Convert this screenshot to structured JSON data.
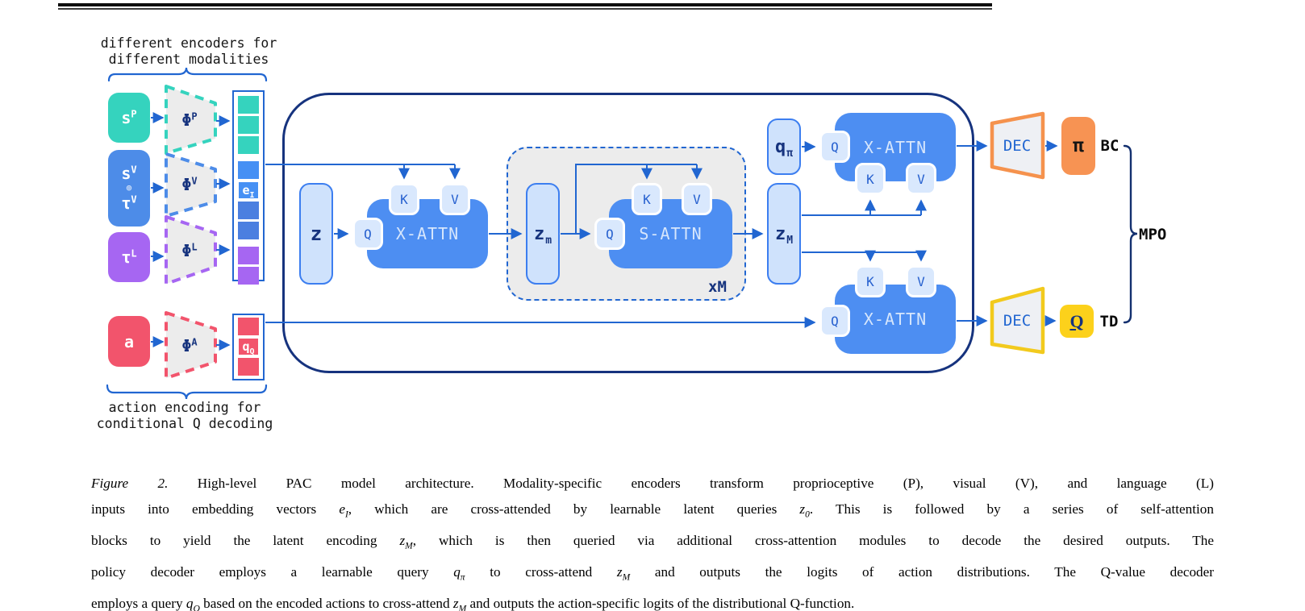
{
  "palette": {
    "teal": "#35d3be",
    "blue": "#4d8ce8",
    "purple": "#a666f2",
    "red": "#f2546c",
    "cellBlueBright": "#4690f4",
    "cellBlueDark": "#4b7fe0",
    "navy": "#16337e",
    "arrow": "#2166d1",
    "blockBlue": "#4d8ef2",
    "chipBlue": "#d9e8fd",
    "boxLightBlue": "#cfe2fc",
    "boxBorderBlue": "#3c7ef0",
    "grayFill": "#ececec",
    "decFill": "#eef0f4",
    "orange": "#f5924d",
    "orangeFill": "#f79353",
    "yellow": "#f2ca1d",
    "yellowFill": "#fcd11b",
    "blockLabel": "#d6e6fc"
  },
  "annotations": {
    "encoders_line1": "different encoders for",
    "encoders_line2": "different modalities",
    "action_line1": "action encoding for",
    "action_line2": "conditional Q decoding"
  },
  "inputs": {
    "sP": {
      "base": "s",
      "sup": "P"
    },
    "sV": {
      "base": "s",
      "sup": "V"
    },
    "oplus": "⊕",
    "tauV": {
      "base": "τ",
      "sup": "V"
    },
    "tauL": {
      "base": "τ",
      "sup": "L"
    },
    "a": "a"
  },
  "encoders": {
    "phiP": {
      "base": "Φ",
      "sup": "P"
    },
    "phiV": {
      "base": "Φ",
      "sup": "V"
    },
    "phiL": {
      "base": "Φ",
      "sup": "L"
    },
    "phiA": {
      "base": "Φ",
      "sup": "A"
    }
  },
  "embedding_label": {
    "base": "e",
    "sub": "I"
  },
  "action_query_label": {
    "base": "q",
    "sub": "Q"
  },
  "latents": {
    "z": {
      "base": "z"
    },
    "zm": {
      "base": "z",
      "sub": "m"
    },
    "zM": {
      "base": "z",
      "sub": "M"
    },
    "qpi": {
      "base": "q",
      "sub": "π"
    }
  },
  "blocks": {
    "xattn": "X-ATTN",
    "sattn": "S-ATTN",
    "K": "K",
    "V": "V",
    "Q": "Q",
    "repeat": "xM",
    "dec": "DEC"
  },
  "outputs": {
    "pi": "π",
    "q": "Q",
    "bc": "BC",
    "td": "TD",
    "mpo": "MPO"
  },
  "caption": {
    "fig_label": "Figure 2.",
    "l1": "  High-level PAC model architecture.  Modality-specific encoders transform proprioceptive (P), visual (V), and language (L)",
    "l2a": "inputs into embedding vectors ",
    "l2m1": {
      "b": "e",
      "s": "I"
    },
    "l2b": ", which are cross-attended by learnable latent queries ",
    "l2m2": {
      "b": "z",
      "s": "0"
    },
    "l2c": ". This is followed by a series of self-attention",
    "l3a": "blocks to yield the latent encoding ",
    "l3m1": {
      "b": "z",
      "s": "M"
    },
    "l3b": ", which is then queried via additional cross-attention modules to decode the desired outputs. The",
    "l4a": "policy decoder employs a learnable query ",
    "l4m1": {
      "b": "q",
      "s": "π"
    },
    "l4b": " to cross-attend ",
    "l4m2": {
      "b": "z",
      "s": "M"
    },
    "l4c": " and outputs the logits of action distributions. The Q-value decoder",
    "l5a": "employs a query ",
    "l5m1": {
      "b": "q",
      "s": "Q"
    },
    "l5b": " based on the encoded actions to cross-attend ",
    "l5m2": {
      "b": "z",
      "s": "M"
    },
    "l5c": " and outputs the action-specific logits of the distributional Q-function."
  }
}
